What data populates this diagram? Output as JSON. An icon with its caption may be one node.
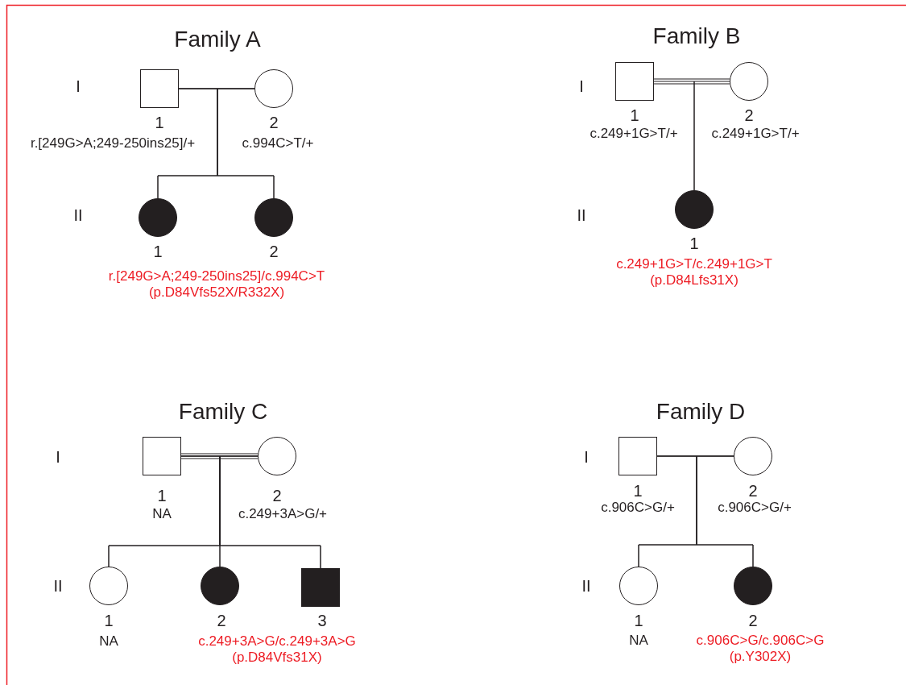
{
  "diagram": {
    "nodes": [
      {
        "text": [],
        "shape": "box",
        "beside": [
          "1",
          "r.[249G>A;249-250ins25]/+"
        ]
      },
      {
        "text": [],
        "shape": "circle",
        "beside": [
          "2",
          "c.994C>T/+"
        ]
      },
      {
        "text": [],
        "shape": "circle",
        "beside": [
          "1"
        ]
      },
      {
        "text": [],
        "shape": "circle",
        "beside": [
          "2"
        ]
      },
      {
        "text": [],
        "shape": "box",
        "beside": [
          "1",
          "c.249+1G>T/+"
        ]
      },
      {
        "text": [],
        "shape": "circle",
        "beside": [
          "2",
          "c.249+1G>T/+"
        ]
      },
      {
        "text": [],
        "shape": "circle",
        "beside": [
          "1",
          "c.249+1G>T/c.249+1G>T (p.D84Lfs31X)"
        ]
      },
      {
        "text": [],
        "shape": "box",
        "beside": [
          "1",
          "NA"
        ]
      },
      {
        "text": [],
        "shape": "circle",
        "beside": [
          "2",
          "c.249+3A>G/+"
        ]
      },
      {
        "text": [],
        "shape": "circle",
        "beside": [
          "1",
          "NA"
        ]
      },
      {
        "text": [],
        "shape": "circle",
        "beside": [
          "2"
        ]
      },
      {
        "text": [],
        "shape": "box",
        "beside": [
          "3"
        ]
      },
      {
        "text": [],
        "shape": "box",
        "beside": [
          "1",
          "c.906C>G/+"
        ]
      },
      {
        "text": [],
        "shape": "circle",
        "beside": [
          "2",
          "c.906C>G/+"
        ]
      },
      {
        "text": [],
        "shape": "circle",
        "beside": [
          "1",
          "NA"
        ]
      },
      {
        "text": [],
        "shape": "circle",
        "beside": [
          "2",
          "c.906C>G/c.906C>G (p.Y302X)"
        ]
      }
    ],
    "edges": [
      {
        "from": 0,
        "to": 1,
        "arrow": "none"
      },
      {
        "from": 0,
        "to": 2,
        "arrow": "none"
      },
      {
        "from": 1,
        "to": 2,
        "arrow": "none"
      },
      {
        "from": 0,
        "to": 3,
        "arrow": "none"
      },
      {
        "from": 1,
        "to": 3,
        "arrow": "none"
      },
      {
        "from": 4,
        "to": 5,
        "arrow": "none"
      },
      {
        "from": 4,
        "to": 6,
        "arrow": "none"
      },
      {
        "from": 5,
        "to": 6,
        "arrow": "none"
      },
      {
        "from": 7,
        "to": 8,
        "arrow": "none"
      },
      {
        "from": 7,
        "to": 9,
        "arrow": "none"
      },
      {
        "from": 8,
        "to": 9,
        "arrow": "none"
      },
      {
        "from": 7,
        "to": 10,
        "arrow": "none"
      },
      {
        "from": 8,
        "to": 10,
        "arrow": "none"
      },
      {
        "from": 7,
        "to": 11,
        "arrow": "none"
      },
      {
        "from": 8,
        "to": 11,
        "arrow": "none"
      },
      {
        "from": 12,
        "to": 13,
        "arrow": "none"
      },
      {
        "from": 12,
        "to": 14,
        "arrow": "none"
      },
      {
        "from": 13,
        "to": 14,
        "arrow": "none"
      },
      {
        "from": 12,
        "to": 15,
        "arrow": "none"
      },
      {
        "from": 13,
        "to": 15,
        "arrow": "none"
      }
    ],
    "labels": [
      "Family A",
      "Family B",
      "I",
      "I",
      "II",
      "II",
      "r.[249G>A;249-250ins25]/c.994C>T (p.D84Vfs52X/R332X)",
      "Family C",
      "Family D",
      "I",
      "I",
      "II",
      "II",
      "c.249+3A>G/c.249+3A>G (p.D84Vfs31X)"
    ]
  }
}
